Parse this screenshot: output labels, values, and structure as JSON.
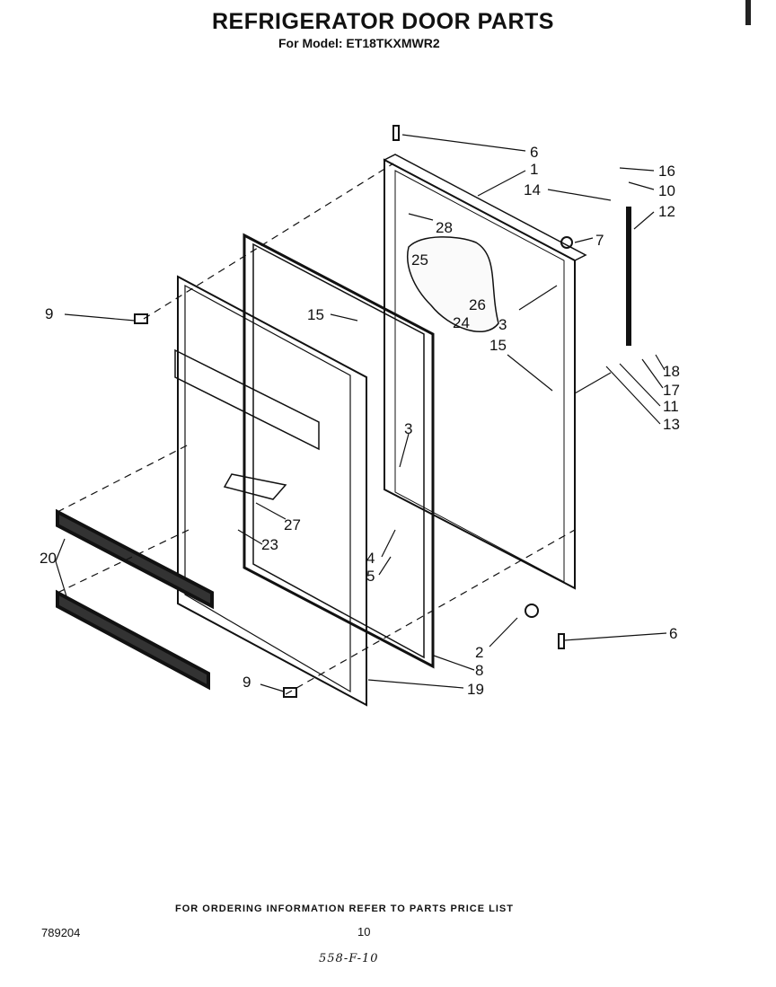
{
  "header": {
    "title": "REFRIGERATOR DOOR PARTS",
    "subtitle": "For Model: ET18TKXMWR2"
  },
  "footer": {
    "ordering_note": "FOR ORDERING INFORMATION REFER TO PARTS PRICE LIST",
    "doc_number": "789204",
    "page_number": "10",
    "handwritten_code": "558-F-10"
  },
  "callouts": [
    "6",
    "1",
    "16",
    "10",
    "14",
    "12",
    "7",
    "28",
    "25",
    "26",
    "24",
    "3",
    "15",
    "15",
    "18",
    "17",
    "11",
    "13",
    "9",
    "3",
    "27",
    "23",
    "20",
    "4",
    "5",
    "2",
    "8",
    "6",
    "9",
    "19"
  ]
}
